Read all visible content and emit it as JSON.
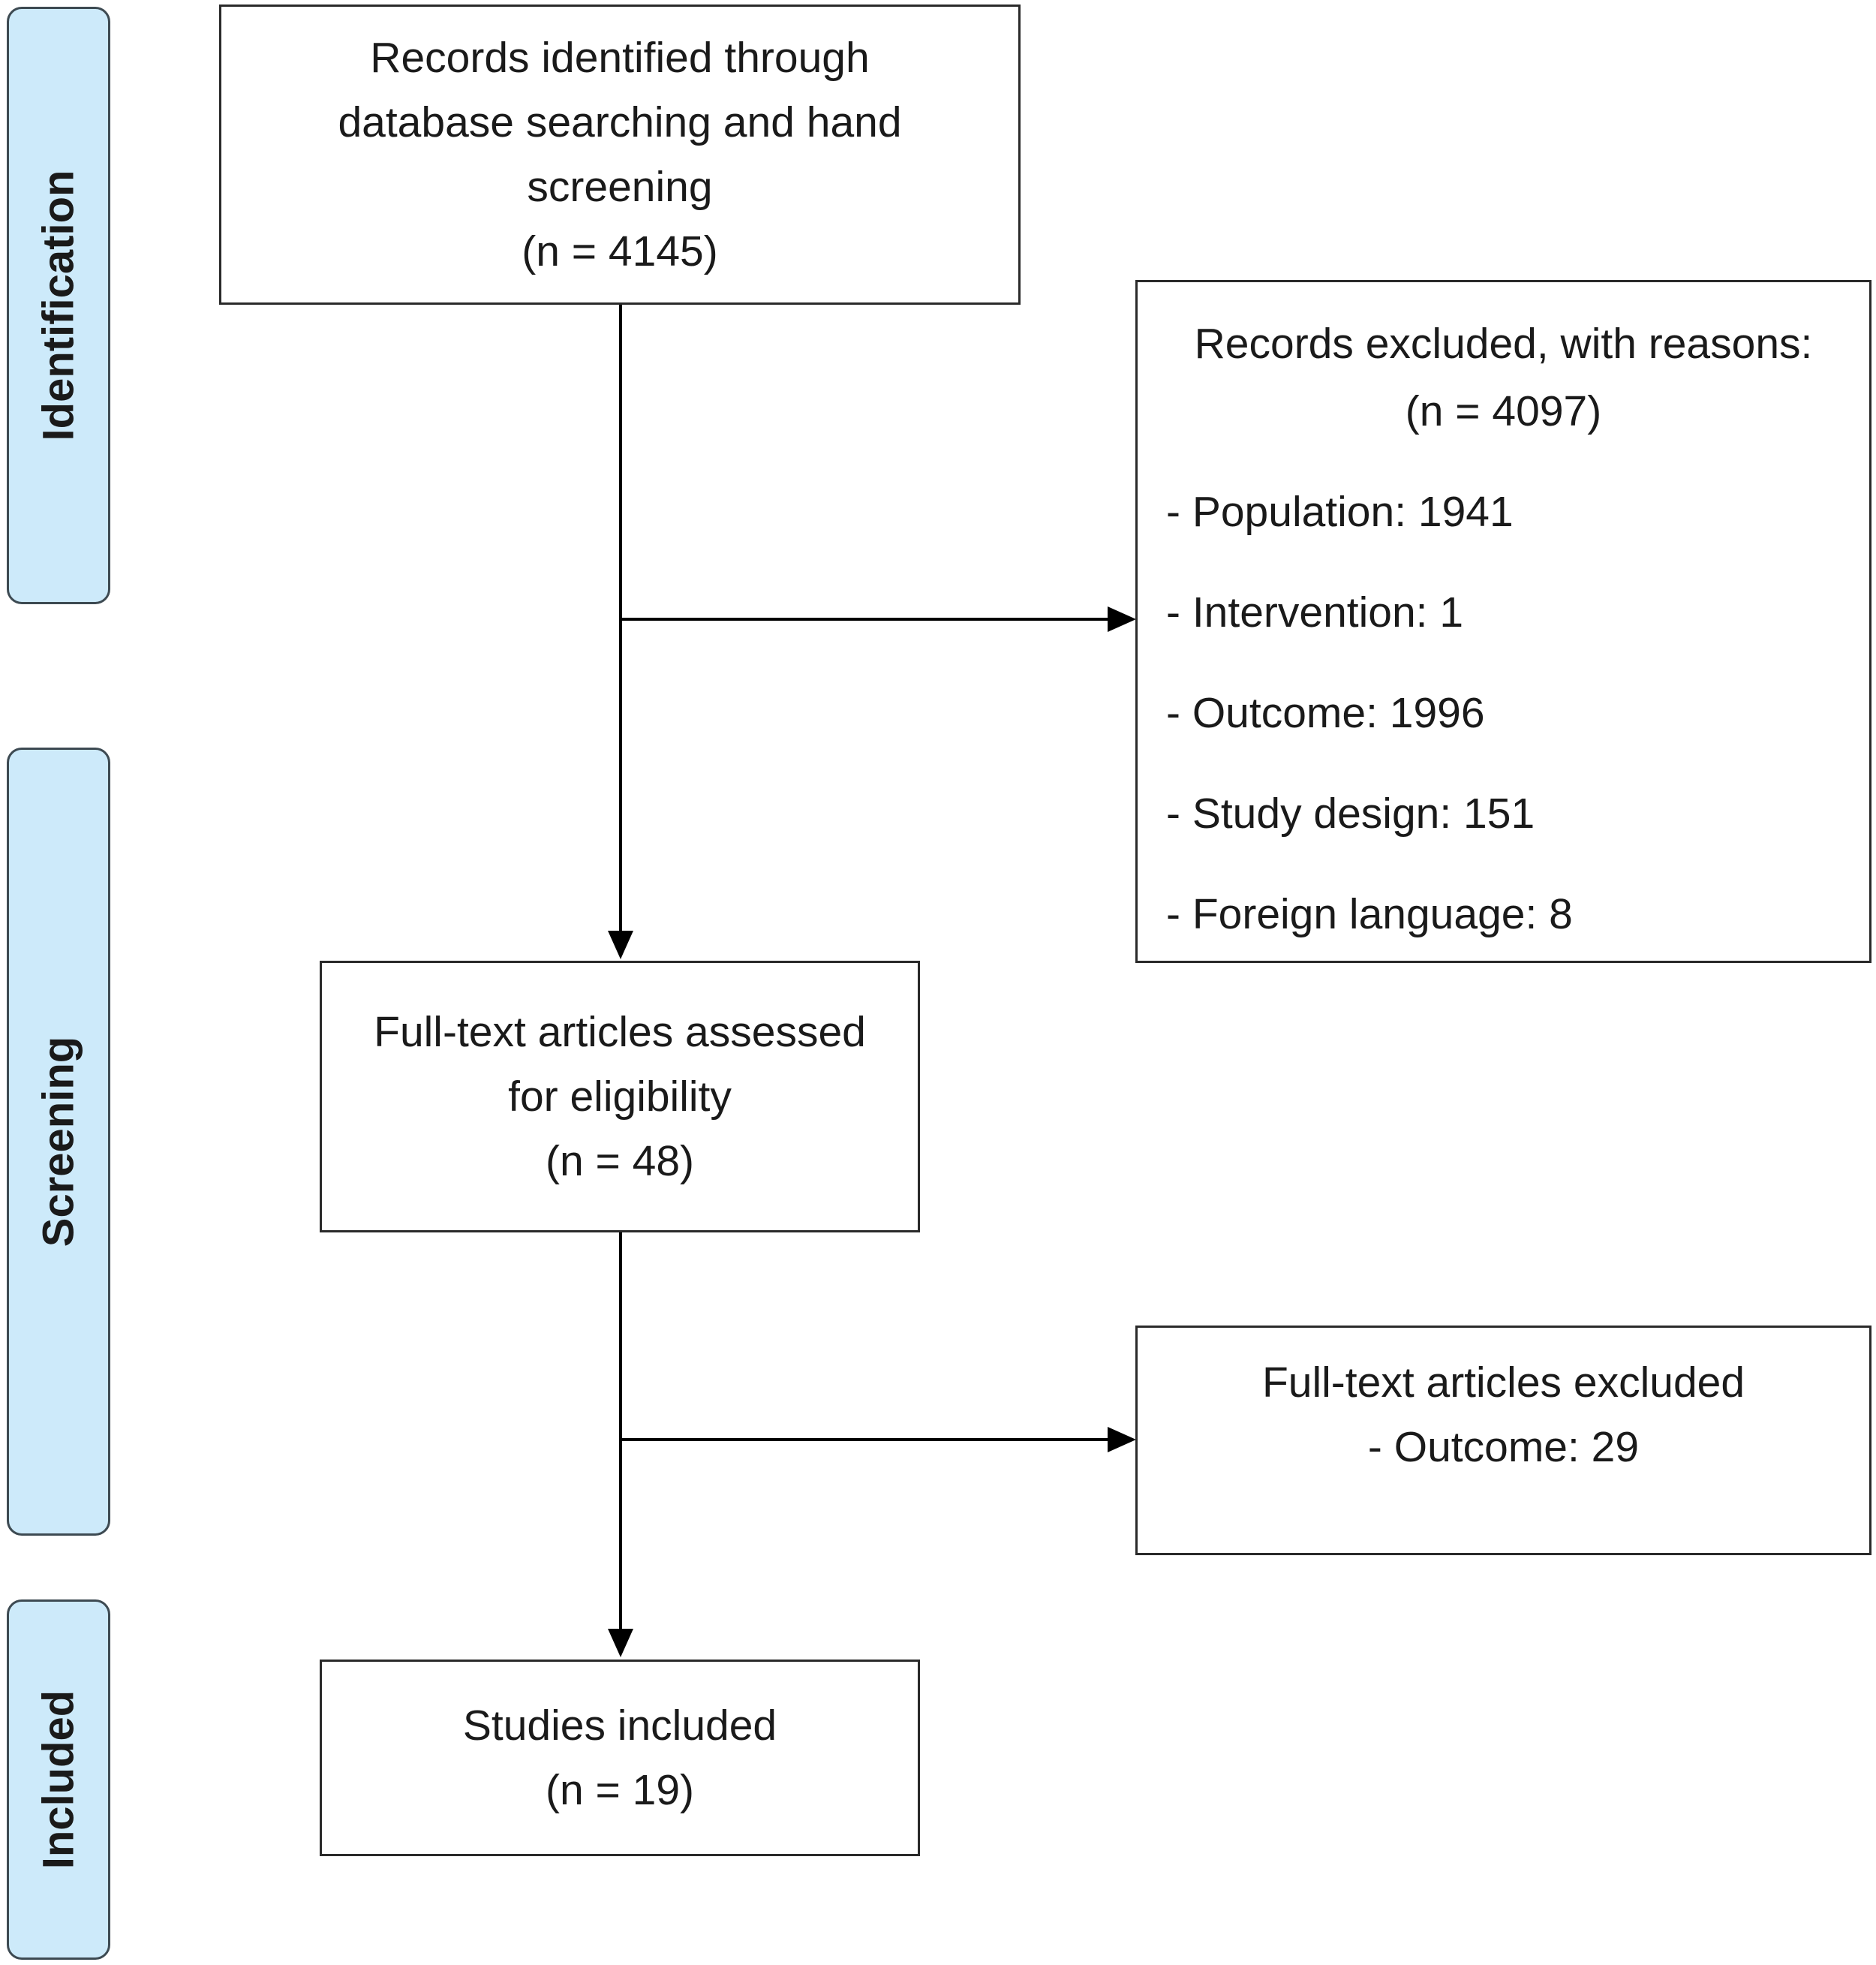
{
  "stages": {
    "identification": "Identification",
    "screening": "Screening",
    "included": "Included"
  },
  "records_identified": {
    "line1": "Records identified through",
    "line2": "database searching and hand",
    "line3": "screening",
    "count": "(n = 4145)"
  },
  "records_excluded": {
    "title": "Records excluded, with reasons:",
    "count": "(n =  4097)",
    "reasons": [
      "- Population: 1941",
      "- Intervention:   1",
      "- Outcome: 1996",
      "- Study design:   151",
      "- Foreign language: 8"
    ]
  },
  "fulltext_assessed": {
    "line1": "Full-text articles assessed",
    "line2": "for eligibility",
    "count": "(n = 48)"
  },
  "fulltext_excluded": {
    "title": "Full-text articles excluded",
    "reason": "- Outcome: 29"
  },
  "studies_included": {
    "title": "Studies included",
    "count": "(n = 19)"
  },
  "colors": {
    "stage_fill": "#cdeafa",
    "line": "#000000"
  }
}
